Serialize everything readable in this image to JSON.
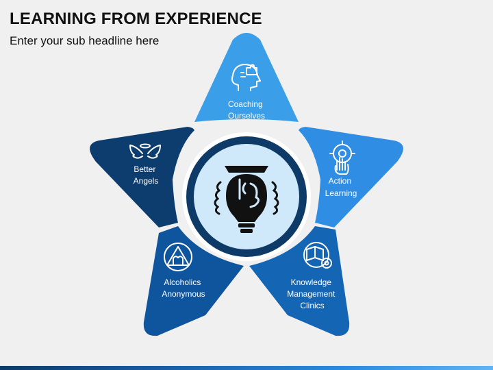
{
  "title": "LEARNING FROM EXPERIENCE",
  "subtitle": "Enter your sub headline here",
  "colors": {
    "background": "#f0f0f0",
    "coaching": "#3a9fe8",
    "action": "#2f8de4",
    "knowledge": "#1565b5",
    "alcoholics": "#0e559d",
    "angels": "#0c3d6e",
    "ring": "#0d3a66",
    "center": "#cfe9fb"
  },
  "petals": [
    {
      "id": "coaching",
      "icon": "head-puzzle-icon",
      "lines": [
        "Coaching",
        "Ourselves"
      ]
    },
    {
      "id": "action",
      "icon": "hand-gear-icon",
      "lines": [
        "Action",
        "Learning"
      ]
    },
    {
      "id": "knowledge",
      "icon": "book-gears-icon",
      "lines": [
        "Knowledge",
        "Management",
        "Clinics"
      ]
    },
    {
      "id": "alcoholics",
      "icon": "triangle-circle-icon",
      "lines": [
        "Alcoholics",
        "Anonymous"
      ]
    },
    {
      "id": "angels",
      "icon": "angel-wings-icon",
      "lines": [
        "Better",
        "Angels"
      ]
    }
  ],
  "center_icon": "lightbulb-face-icon"
}
